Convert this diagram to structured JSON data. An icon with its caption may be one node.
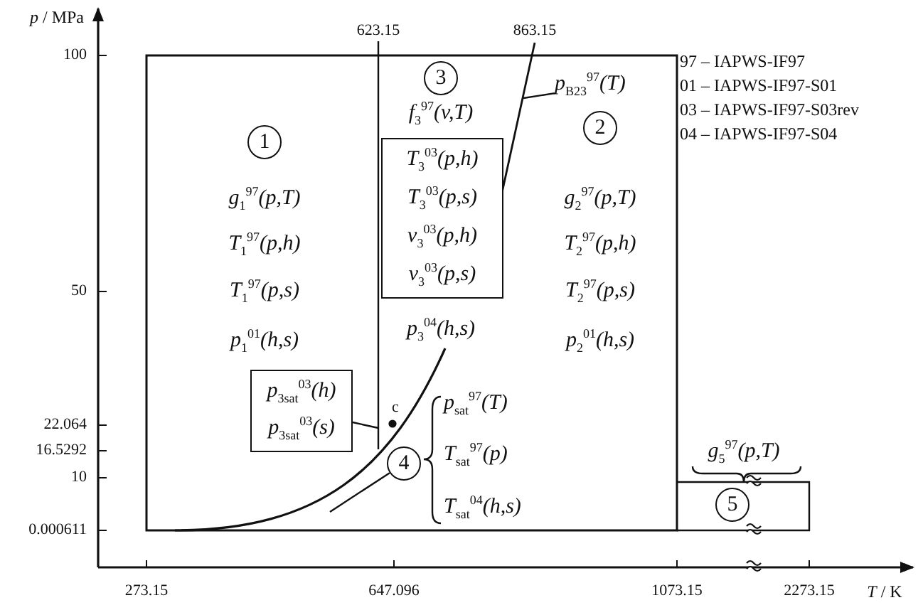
{
  "diagram": {
    "nodes": [
      {
        "text": [
          "1"
        ]
      },
      {
        "text": [
          "3"
        ]
      },
      {
        "text": [
          "2"
        ]
      },
      {
        "text": [
          "T$_{3}$$^{03}$(p,h)",
          "T$_{3}$$^{03}$(p,s)",
          "v$_{3}$$^{03}$(p,h)",
          "v$_{3}$$^{03}$(p,s)"
        ]
      },
      {
        "text": [
          "p$_{3sat}$$^{03}$(h)",
          "p$_{3sat}$$^{03}$(s)"
        ]
      },
      {
        "text": [
          "4"
        ]
      },
      {
        "text": [
          "5"
        ]
      },
      {
        "text": [
          "p$_{B23}$$^{97}$(T)"
        ]
      }
    ],
    "edges": [
      {
        "from": 4,
        "to": null,
        "arrow": "none"
      },
      {
        "from": 5,
        "to": null,
        "arrow": "none"
      },
      {
        "from": 7,
        "to": null,
        "arrow": "none"
      }
    ],
    "labels": [
      "*p* / MPa",
      "623.15",
      "863.15",
      "97 – IAPWS-IF97",
      "01 – IAPWS-IF97-S01",
      "03 – IAPWS-IF97-S03rev",
      "04 – IAPWS-IF97-S04",
      "100",
      "f$_{3}$$^{97}$(v,T)",
      "g$_{1}$$^{97}$(p,T)",
      "g$_{2}$$^{97}$(p,T)",
      "T$_{1}$$^{97}$(p,h)",
      "T$_{2}$$^{97}$(p,h)",
      "50",
      "T$_{1}$$^{97}$(p,s)",
      "T$_{2}$$^{97}$(p,s)",
      "p$_{1}$$^{01}$(h,s)",
      "p$_{3}$$^{04}$(h,s)",
      "p$_{2}$$^{01}$(h,s)",
      "p$_{sat}$$^{97}$(T)",
      "c",
      "22.064",
      "16.5292",
      "T$_{sat}$$^{97}$(p)",
      "g$_{5}$$^{97}$(p,T)",
      "10",
      "T$_{sat}$$^{04}$(h,s)",
      "0.000611",
      "273.15",
      "647.096",
      "1073.15",
      "2273.15",
      "*T* / K"
    ]
  }
}
